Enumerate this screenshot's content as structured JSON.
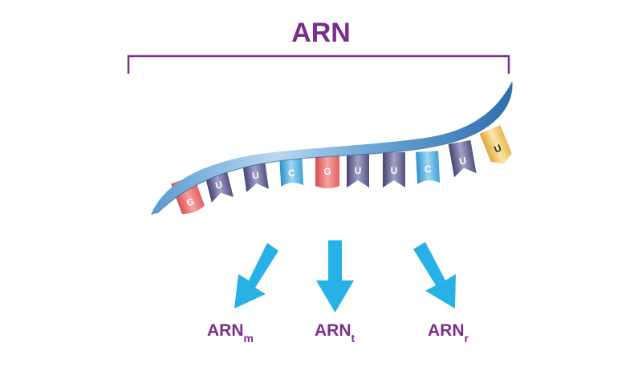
{
  "title": "ARN",
  "bases": [
    "G",
    "U",
    "U",
    "C",
    "G",
    "U",
    "U",
    "C",
    "U",
    "U"
  ],
  "outputs": [
    {
      "main": "ARN",
      "sub": "m"
    },
    {
      "main": "ARN",
      "sub": "t"
    },
    {
      "main": "ARN",
      "sub": "r"
    }
  ],
  "colors": {
    "title": "#7b2d8e",
    "bracket": "#7b2d8e",
    "backbone": "#3a78b4",
    "arrow": "#27b1e6",
    "base_G": "#ec6f6f",
    "base_U": "#5d5b91",
    "base_C": "#3aa6de",
    "base_terminal": "#f0c15a"
  }
}
